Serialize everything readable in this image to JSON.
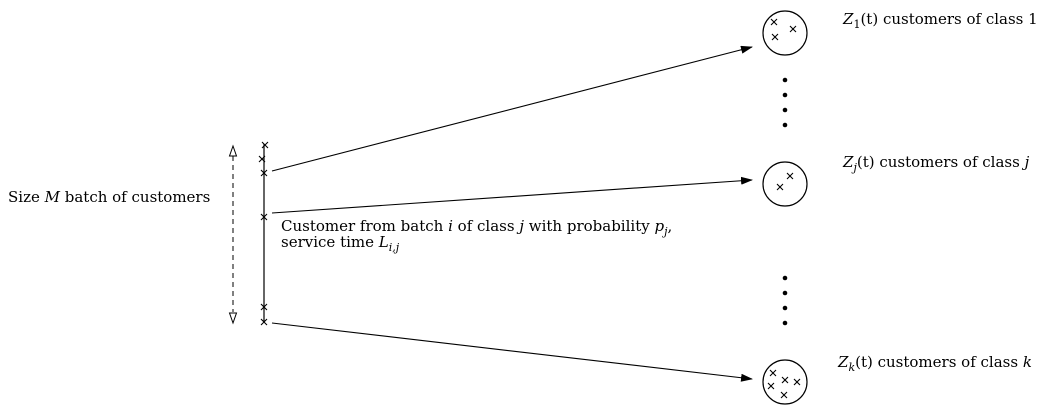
{
  "batch_label": {
    "prefix": "Size ",
    "var": "M",
    "suffix": " batch of customers"
  },
  "annotation": {
    "line1": {
      "a": "Customer from batch ",
      "i": "i",
      "b": " of class ",
      "j": "j",
      "c": " with probability ",
      "p": "p",
      "pj": "j",
      "d": ","
    },
    "line2": {
      "a": "service time ",
      "L": "L",
      "sub": "i,j"
    }
  },
  "classes": [
    {
      "var": "Z",
      "sub": "1",
      "arg": "(t)",
      "text": " customers of class ",
      "cls": "1"
    },
    {
      "var": "Z",
      "sub": "j",
      "arg": "(t)",
      "text": " customers of class ",
      "cls": "j"
    },
    {
      "var": "Z",
      "sub": "k",
      "arg": "(t)",
      "text": " customers of class ",
      "cls": "k"
    }
  ]
}
